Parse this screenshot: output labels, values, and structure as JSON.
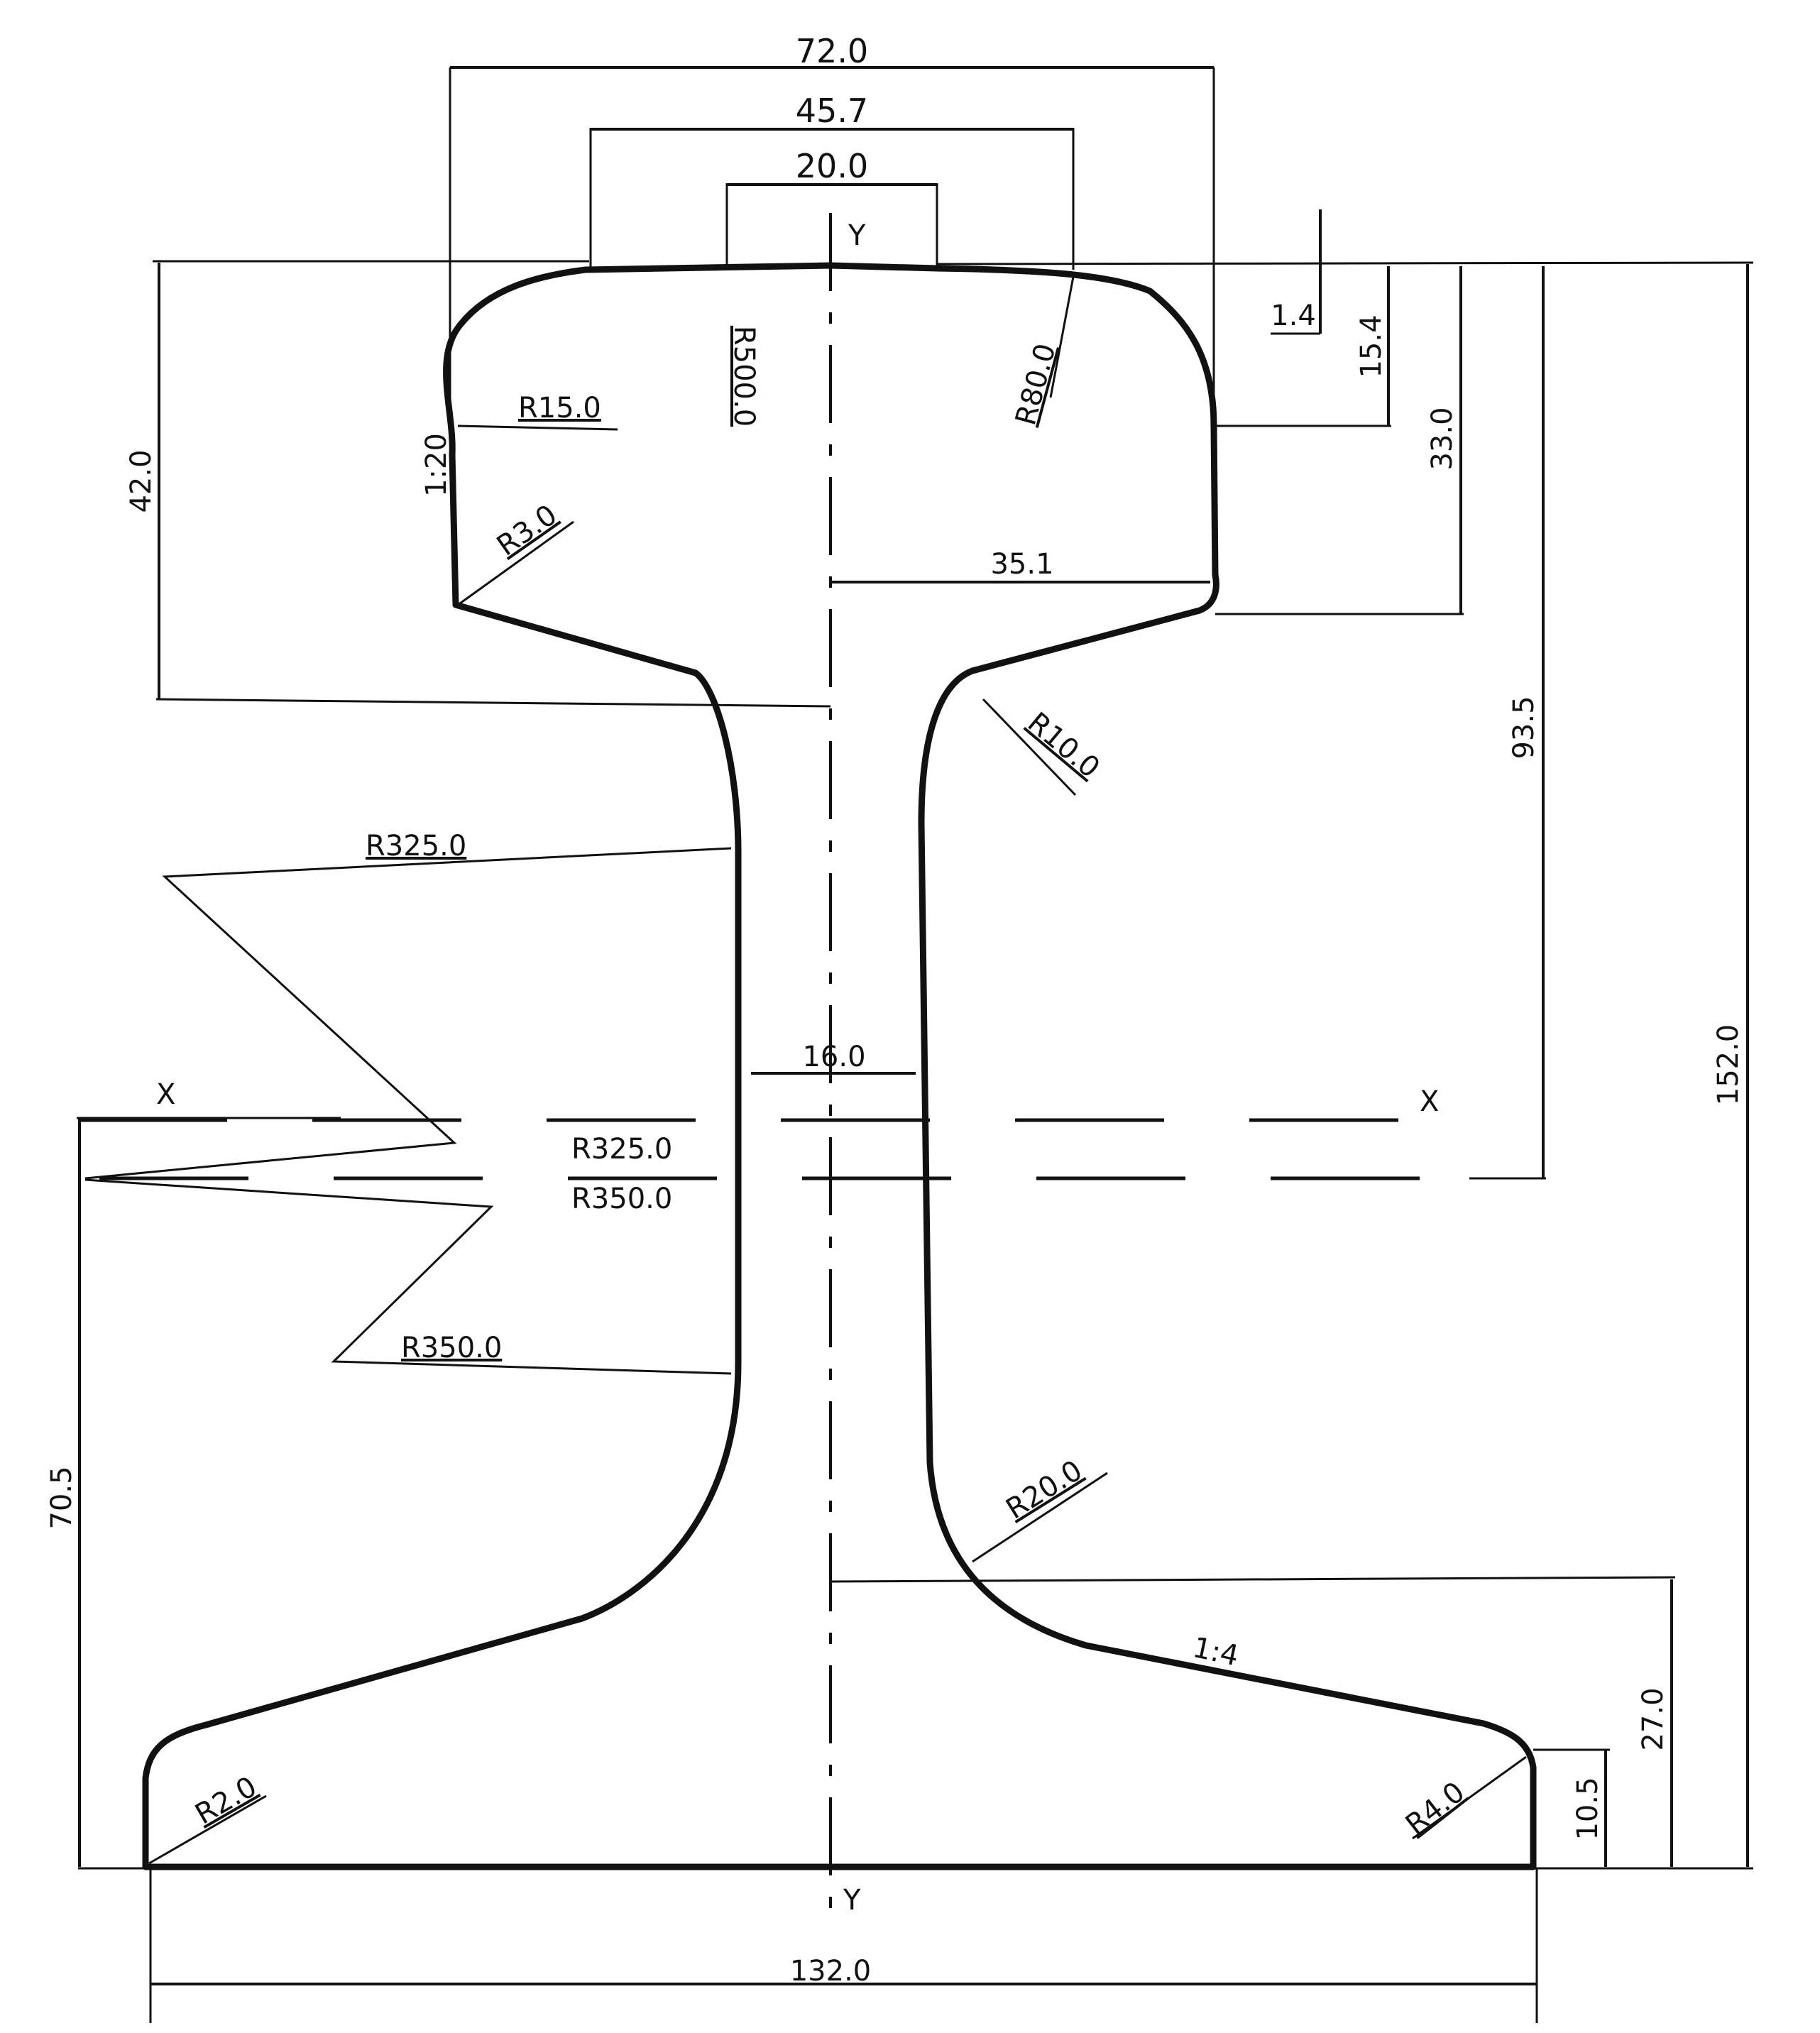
{
  "dimensions": {
    "top_width": "72.0",
    "head_top_width": "45.7",
    "crown_width": "20.0",
    "head_height": "42.0",
    "head_depth": "33.0",
    "side_taper_depth": "15.4",
    "side_drop": "1.4",
    "centroid_from_top": "93.5",
    "total_height": "152.0",
    "half_head_width": "35.1",
    "web_thickness": "16.0",
    "centroid_from_base": "70.5",
    "foot_slope_height": "27.0",
    "foot_edge_height": "10.5",
    "foot_width": "132.0"
  },
  "radii": {
    "crown": "R500.0",
    "head_corner_left": "R15.0",
    "head_corner_right": "R80.0",
    "head_under_left": "R3.0",
    "web_head_fillet": "R10.0",
    "web_left_upper": "R325.0",
    "web_left_lower": "R350.0",
    "web_upper_label": "R325.0",
    "web_lower_label": "R350.0",
    "web_foot_fillet": "R20.0",
    "foot_left": "R2.0",
    "foot_right": "R4.0"
  },
  "slopes": {
    "head_side": "1:20",
    "foot": "1:4"
  },
  "axes": {
    "y_top": "Y",
    "y_bottom": "Y",
    "x_left": "X",
    "x_right": "X"
  }
}
